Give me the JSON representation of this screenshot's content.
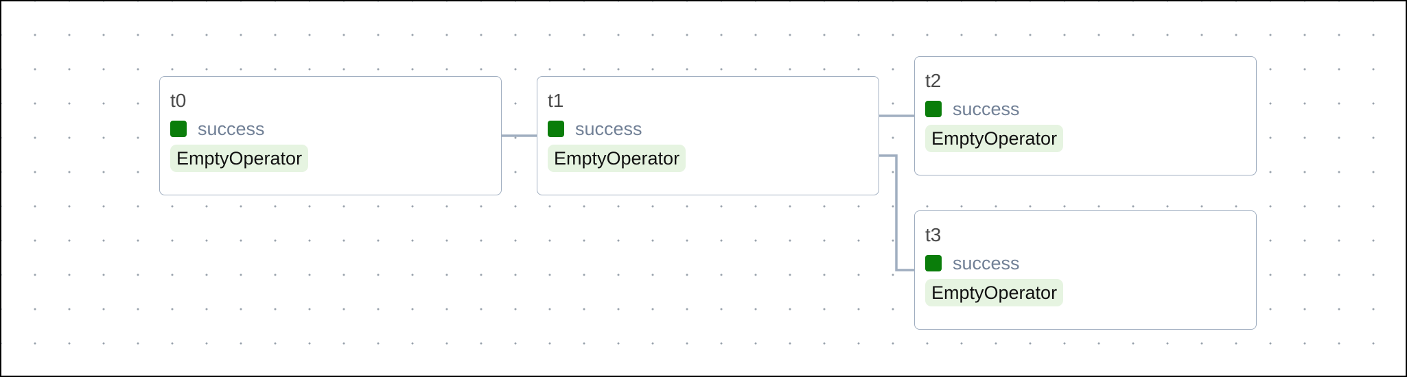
{
  "colors": {
    "success": "#0a7d0a",
    "edge": "#a0aec0",
    "badge_bg": "#e6f4e1"
  },
  "nodes": [
    {
      "id": "t0",
      "title": "t0",
      "status": "success",
      "status_icon": "status-square-icon",
      "operator": "EmptyOperator"
    },
    {
      "id": "t1",
      "title": "t1",
      "status": "success",
      "status_icon": "status-square-icon",
      "operator": "EmptyOperator"
    },
    {
      "id": "t2",
      "title": "t2",
      "status": "success",
      "status_icon": "status-square-icon",
      "operator": "EmptyOperator"
    },
    {
      "id": "t3",
      "title": "t3",
      "status": "success",
      "status_icon": "status-square-icon",
      "operator": "EmptyOperator"
    }
  ],
  "edges": [
    {
      "from": "t0",
      "to": "t1"
    },
    {
      "from": "t1",
      "to": "t2"
    },
    {
      "from": "t1",
      "to": "t3"
    }
  ]
}
